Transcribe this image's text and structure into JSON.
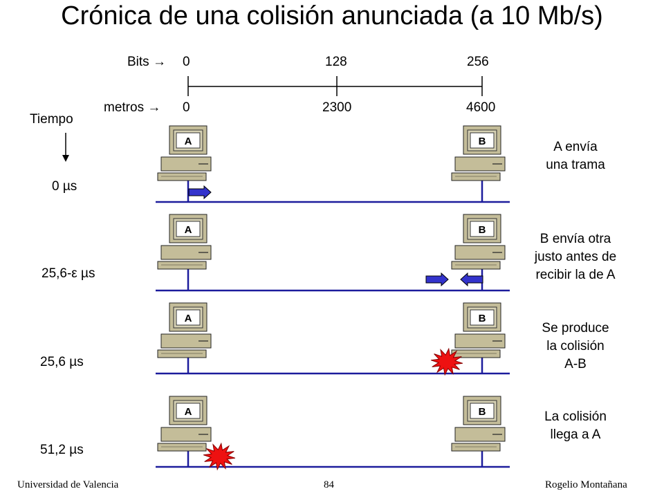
{
  "title": "Crónica de una colisión anunciada (a 10 Mb/s)",
  "scale": {
    "bits_label": "Bits →",
    "bits_ticks": [
      "0",
      "128",
      "256"
    ],
    "meters_label": "metros →",
    "meters_ticks": [
      "0",
      "2300",
      "4600"
    ]
  },
  "time_axis_label": "Tiempo",
  "stations": {
    "a": "A",
    "b": "B"
  },
  "rows": [
    {
      "time": "0 µs",
      "description": "A envía\nuna trama"
    },
    {
      "time": "25,6-ε µs",
      "description": "B envía otra\njusto antes de\nrecibir la de A"
    },
    {
      "time": "25,6 µs",
      "description": "Se produce\nla colisión\nA-B"
    },
    {
      "time": "51,2 µs",
      "description": "La colisión\nllega a A"
    }
  ],
  "colors": {
    "bus": "#1c1c9c",
    "arrow": "#3333cc",
    "computer": "#c4bd99",
    "collision": "#ee1111"
  },
  "footer": {
    "left": "Universidad de Valencia",
    "center": "84",
    "right": "Rogelio Montañana"
  }
}
